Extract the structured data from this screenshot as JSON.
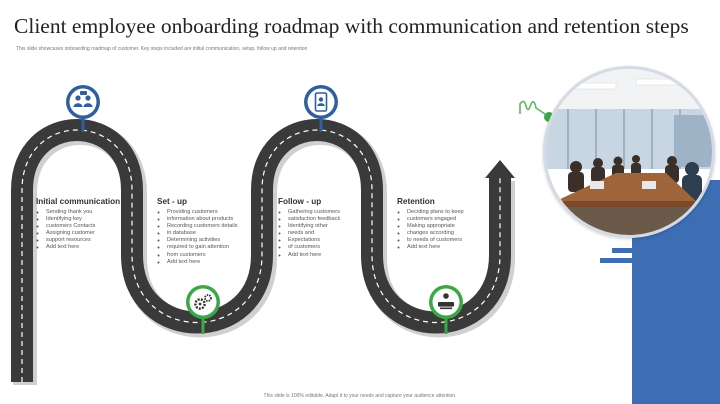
{
  "title": "Client employee onboarding roadmap with communication and retention steps",
  "subtitle": "This slide showcases onboarding roadmap of customer. Key steps included are initial communication, setup, follow up and retention",
  "steps": [
    {
      "heading": "Initial communication",
      "bullets": [
        "Sending thank you",
        "Identifying key",
        "customers Contacts",
        "Assigning customer",
        "support resources",
        "Add text here"
      ],
      "icon": "people-chat-icon"
    },
    {
      "heading": "Set - up",
      "bullets": [
        "Providing customers",
        "information about products",
        "Recording customers details",
        "in database",
        "Determining activities",
        "required to gain attention",
        "from customers",
        "Add text here"
      ],
      "icon": "gears-icon"
    },
    {
      "heading": "Follow - up",
      "bullets": [
        "Gathering customers",
        "satisfaction feedback",
        "Identifying other",
        "needs and",
        "Expectations",
        "of customers",
        "Add text here"
      ],
      "icon": "mobile-user-icon"
    },
    {
      "heading": "Retention",
      "bullets": [
        "Deciding plans to keep",
        "customers engaged",
        "Making appropriate",
        "changes according",
        "to needs of customers",
        "Add text here"
      ],
      "icon": "handshake-icon"
    }
  ],
  "footer": "This slide is 100% editable. Adapt it to your needs and capture your audience attention.",
  "colors": {
    "road": "#3a3a3a",
    "road_shadow": "#c9c9c9",
    "pin_blue": "#2f5f9f",
    "pin_green": "#3aa844",
    "accent_blue": "#3d6db3",
    "accent_green": "#5cb85c"
  }
}
